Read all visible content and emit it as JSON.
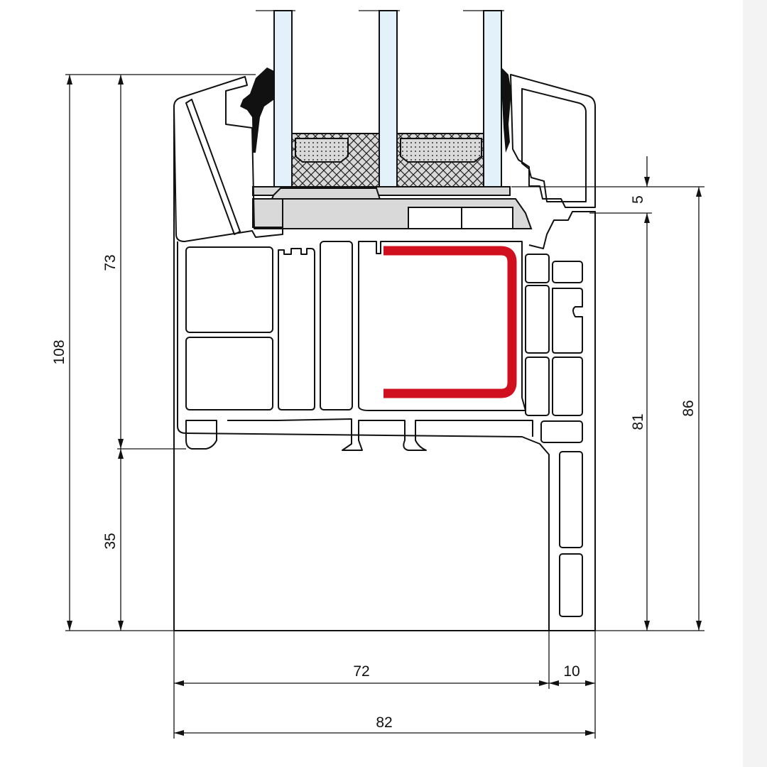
{
  "diagram": {
    "type": "window-profile-cross-section",
    "colors": {
      "reinforcement": "#d0101e",
      "glass": "#e3f1fb",
      "gasket": "#111111",
      "spacer": "#d9d9d9"
    },
    "dimensions": {
      "total_height": "108",
      "sash_height": "73",
      "frame_lower_height": "35",
      "frame_height": "81",
      "frame_outer_height": "86",
      "overlap": "5",
      "frame_width": "72",
      "frame_lip": "10",
      "total_width": "82"
    }
  }
}
